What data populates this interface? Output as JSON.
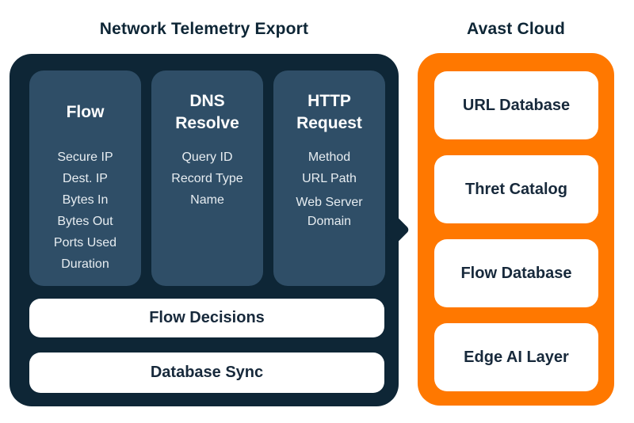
{
  "colors": {
    "background": "#ffffff",
    "navy_panel": "#0e2636",
    "column_slate": "#2f4e67",
    "orange_panel": "#ff7800",
    "navy_text": "#17293b",
    "item_text": "#e7edf1"
  },
  "telemetry_panel": {
    "title": "Network Telemetry Export",
    "columns": [
      {
        "heading": "Flow",
        "items": [
          "Secure IP",
          "Dest. IP",
          "Bytes In",
          "Bytes Out",
          "Ports Used",
          "Duration"
        ]
      },
      {
        "heading": "DNS Resolve",
        "items": [
          "Query ID",
          "Record Type",
          "Name"
        ]
      },
      {
        "heading": "HTTP Request",
        "items": [
          "Method",
          "URL Path",
          "Web Server Domain"
        ]
      }
    ],
    "bars": [
      {
        "label": "Flow Decisions"
      },
      {
        "label": "Database Sync"
      }
    ]
  },
  "cloud_panel": {
    "title": "Avast Cloud",
    "pills": [
      {
        "label": "URL Database"
      },
      {
        "label": "Thret Catalog"
      },
      {
        "label": "Flow Database"
      },
      {
        "label": "Edge AI Layer"
      }
    ]
  }
}
